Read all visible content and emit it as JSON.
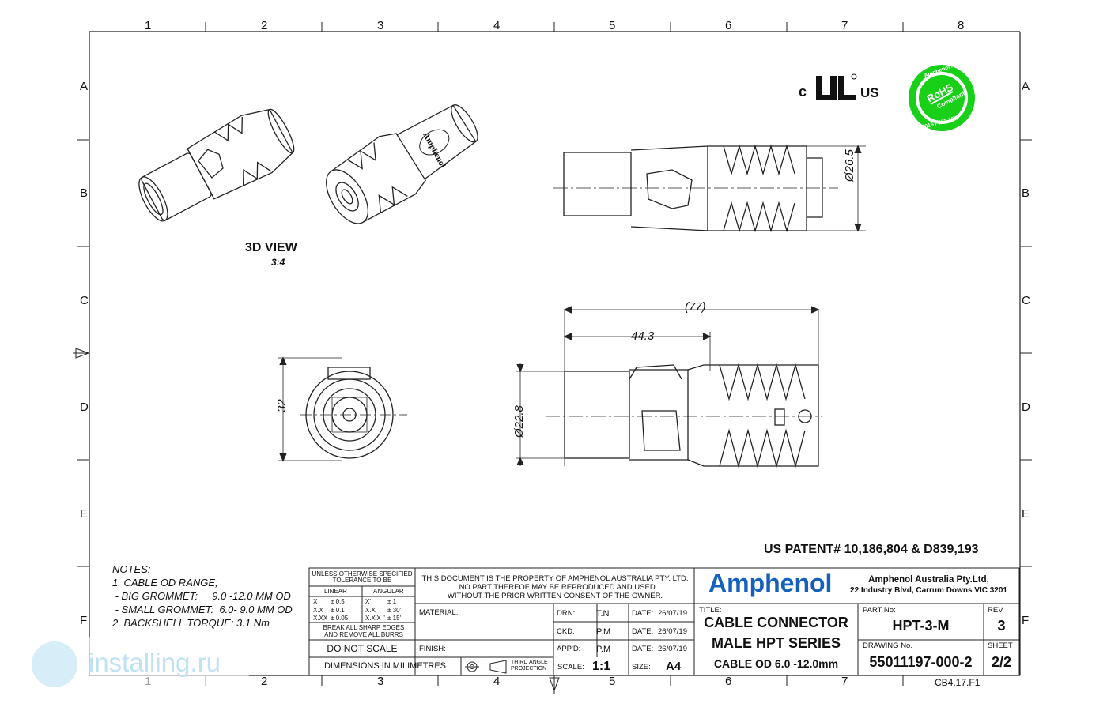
{
  "zones": {
    "columns": [
      "1",
      "2",
      "3",
      "4",
      "5",
      "6",
      "7",
      "8"
    ],
    "rows": [
      "A",
      "B",
      "C",
      "D",
      "E",
      "F"
    ]
  },
  "cert": {
    "ul_c": "c",
    "ul_us": "US",
    "rohs_ring_top": "Amphenol Australia",
    "rohs_center": "RoHS",
    "rohs_center2": "Compliant",
    "rohs_ring_bottom": "2015 / 863 / EU"
  },
  "view3d": {
    "title": "3D VIEW",
    "scale": "3:4",
    "brand_on_part": "Amphenol"
  },
  "dims": {
    "dia_265": "Ø26.5",
    "len_77": "(77)",
    "len_443": "44.3",
    "dia_228": "Ø22.8",
    "height_32": "32"
  },
  "patent": "US PATENT# 10,186,804 & D839,193",
  "notes": {
    "header": "NOTES:",
    "lines": [
      "1. CABLE OD RANGE;",
      " - BIG GROMMET:     9.0 -12.0 MM OD",
      " - SMALL GROMMET:  6.0- 9.0 MM OD",
      "2. BACKSHELL TORQUE: 3.1 Nm"
    ]
  },
  "tolerance": {
    "header": "UNLESS OTHERWISE SPECIFIED TOLERANCE TO BE",
    "linear": "LINEAR",
    "angular": "ANGULAR",
    "rows": [
      [
        "X",
        "± 0.5",
        "X'",
        "± 1"
      ],
      [
        "X.X",
        "± 0.1",
        "X.X'",
        "± 30'"
      ],
      [
        "X.XX",
        "± 0.05",
        "X.X'X \"",
        "± 15'"
      ]
    ],
    "burrs": "BREAK ALL SHARP EDGES AND REMOVE ALL BURRS",
    "no_scale": "DO NOT SCALE",
    "dims_in": "DIMENSIONS IN MILIMETRES",
    "projection": "THIRD ANGLE PROJECTION"
  },
  "property_notice": [
    "THIS DOCUMENT IS THE PROPERTY OF AMPHENOL AUSTRALIA PTY. LTD.",
    ". NO PART THEREOF MAY BE REPRODUCED AND USED",
    "WITHOUT THE PRIOR WRITTEN CONSENT OF THE OWNER."
  ],
  "material_label": "MATERIAL:",
  "finish_label": "FINISH:",
  "signoffs": [
    {
      "label": "DRN:",
      "who": "T.N",
      "date_label": "DATE:",
      "date": "26/07/19"
    },
    {
      "label": "CKD:",
      "who": "P.M",
      "date_label": "DATE:",
      "date": "26/07/19"
    },
    {
      "label": "APP'D:",
      "who": "P.M",
      "date_label": "DATE:",
      "date": "26/07/19"
    }
  ],
  "scale_label": "SCALE:",
  "scale_value": "1:1",
  "size_label": "SIZE:",
  "size_value": "A4",
  "company": {
    "logo": "Amphenol",
    "name": "Amphenol Australia Pty.Ltd,",
    "address": "22 Industry Blvd, Carrum Downs VIC 3201"
  },
  "title_label": "TITLE:",
  "title_lines": [
    "CABLE CONNECTOR",
    "MALE HPT SERIES",
    "CABLE OD 6.0 -12.0mm"
  ],
  "part_label": "PART No:",
  "part_no": "HPT-3-M",
  "rev_label": "REV",
  "rev": "3",
  "drawing_label": "DRAWING No.",
  "drawing_no": "55011197-000-2",
  "sheet_label": "SHEET",
  "sheet": "2/2",
  "form_code": "CB4.17.F1",
  "watermark": "installing.ru",
  "colors": {
    "rohs_green": "#19d019",
    "logo_blue": "#1560bd",
    "ink": "#111111"
  }
}
